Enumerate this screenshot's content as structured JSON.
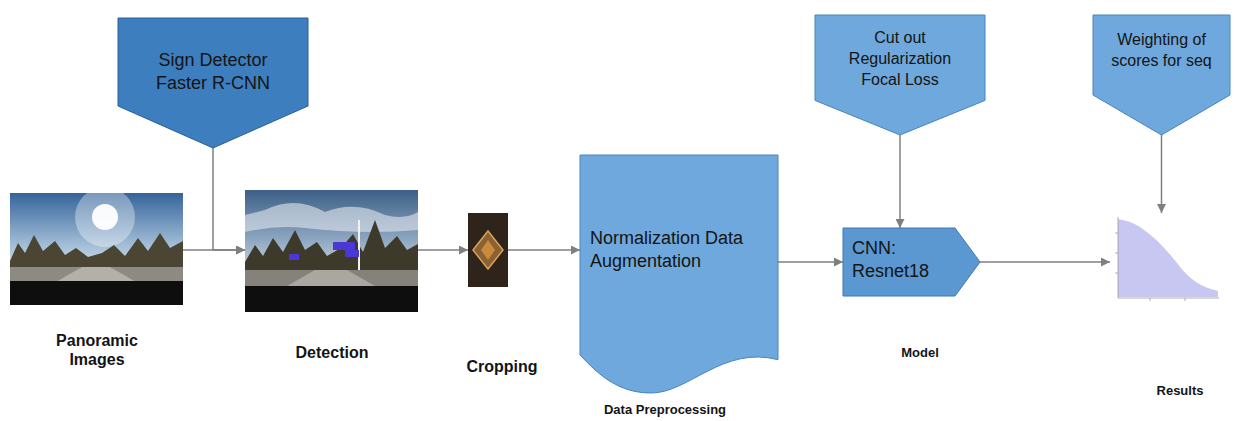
{
  "diagram": {
    "nodes": [
      {
        "text": [
          "Sign Detector Faster R-CNN"
        ]
      },
      {
        "text": [
          "Panoramic Images"
        ]
      },
      {
        "text": [
          "Detection"
        ]
      },
      {
        "text": [
          "Cropping"
        ]
      },
      {
        "text": [
          "Normalization Data Augmentation",
          "Data Preprocessing"
        ]
      },
      {
        "text": [
          "Cut out Regularization Focal Loss"
        ]
      },
      {
        "text": [
          "CNN: Resnet18",
          "Model"
        ]
      },
      {
        "text": [
          "Weighting of scores for seq"
        ]
      },
      {
        "text": [
          "Results"
        ]
      }
    ],
    "edges": [
      {
        "from": 1,
        "to": 2,
        "arrow": "to"
      },
      {
        "from": 2,
        "to": 3,
        "arrow": "to"
      },
      {
        "from": 3,
        "to": 4,
        "arrow": "to"
      },
      {
        "from": 4,
        "to": 6,
        "arrow": "to"
      },
      {
        "from": 6,
        "to": 8,
        "arrow": "to"
      },
      {
        "from": 0,
        "to": 2,
        "arrow": "to"
      },
      {
        "from": 5,
        "to": 6,
        "arrow": "to"
      },
      {
        "from": 7,
        "to": 8,
        "arrow": "to"
      }
    ]
  }
}
